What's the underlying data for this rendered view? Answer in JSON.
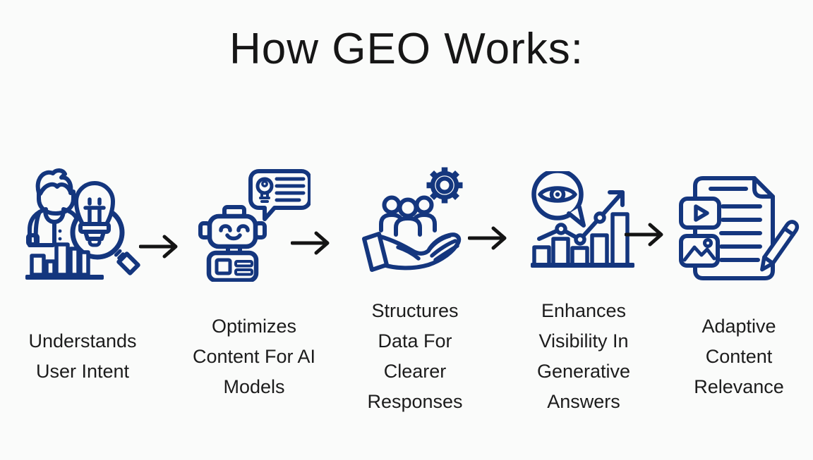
{
  "title": "How GEO Works:",
  "colors": {
    "background": "#fafbfa",
    "icon_stroke": "#14367e",
    "arrow": "#141414",
    "title_text": "#161616",
    "label_text": "#1c1c1c"
  },
  "steps": [
    {
      "label_lines": [
        "Understands",
        "User Intent"
      ]
    },
    {
      "label_lines": [
        "Optimizes",
        "Content For AI",
        "Models"
      ]
    },
    {
      "label_lines": [
        "Structures",
        "Data For",
        "Clearer",
        "Responses"
      ]
    },
    {
      "label_lines": [
        "Enhances",
        "Visibility In",
        "Generative",
        "Answers"
      ]
    },
    {
      "label_lines": [
        "Adaptive",
        "Content",
        "Relevance"
      ]
    }
  ]
}
